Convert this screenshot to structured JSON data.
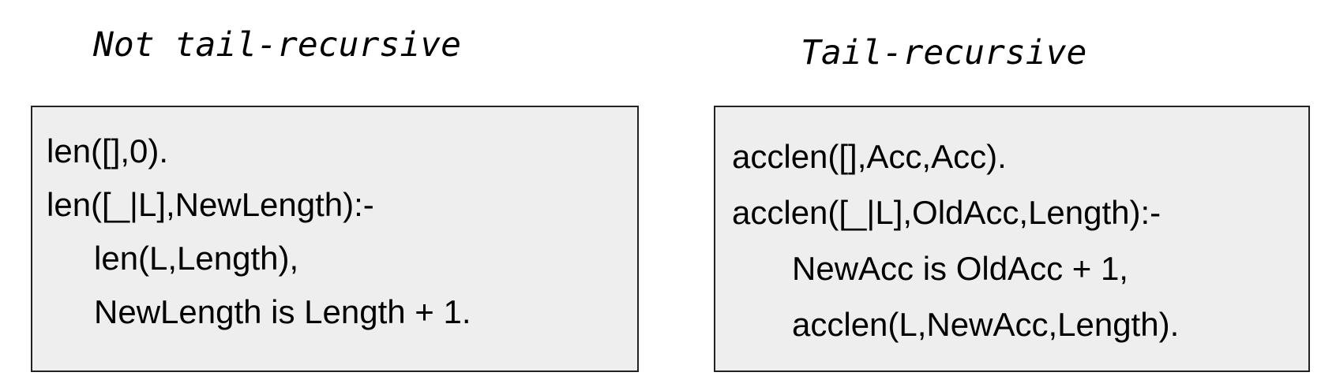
{
  "left": {
    "heading": "Not tail-recursive",
    "lines": [
      "len([],0).",
      "len([_|L],NewLength):-",
      "len(L,Length),",
      "NewLength is Length + 1."
    ]
  },
  "right": {
    "heading": "Tail-recursive",
    "lines": [
      "acclen([],Acc,Acc).",
      "acclen([_|L],OldAcc,Length):-",
      "NewAcc is OldAcc + 1,",
      "acclen(L,NewAcc,Length)."
    ]
  },
  "colors": {
    "box_background": "#eeeeee",
    "box_border": "#222222",
    "text": "#000000"
  }
}
